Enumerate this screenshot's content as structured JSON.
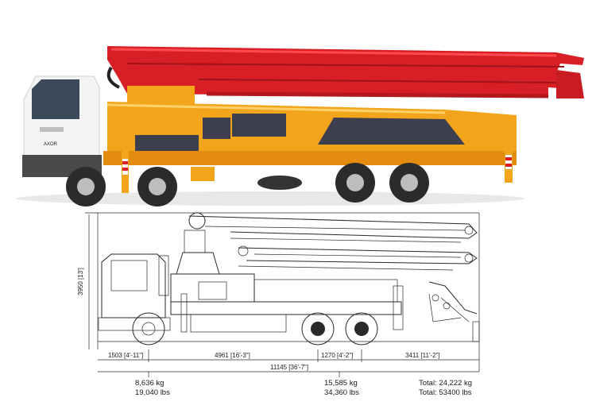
{
  "photo": {
    "cab_badge": "AXOR",
    "colors": {
      "boom": "#d81f26",
      "body": "#f2a51a",
      "panel": "#3d3f4e",
      "cab": "#f4f4f4"
    }
  },
  "drawing": {
    "height_dim": "3950 [13']",
    "segments": [
      "1503 [4'-11\"]",
      "4961 [16'-3\"]",
      "1270 [4'-2\"]",
      "3411 [11'-2\"]"
    ],
    "overall": "11145 [36'-7\"]",
    "weights": {
      "front_kg": "8,636 kg",
      "front_lbs": "19,040 lbs",
      "rear_kg": "15,585 kg",
      "rear_lbs": "34,360 lbs",
      "total_kg": "Total: 24,222 kg",
      "total_lbs": "Total: 53400 lbs"
    }
  }
}
